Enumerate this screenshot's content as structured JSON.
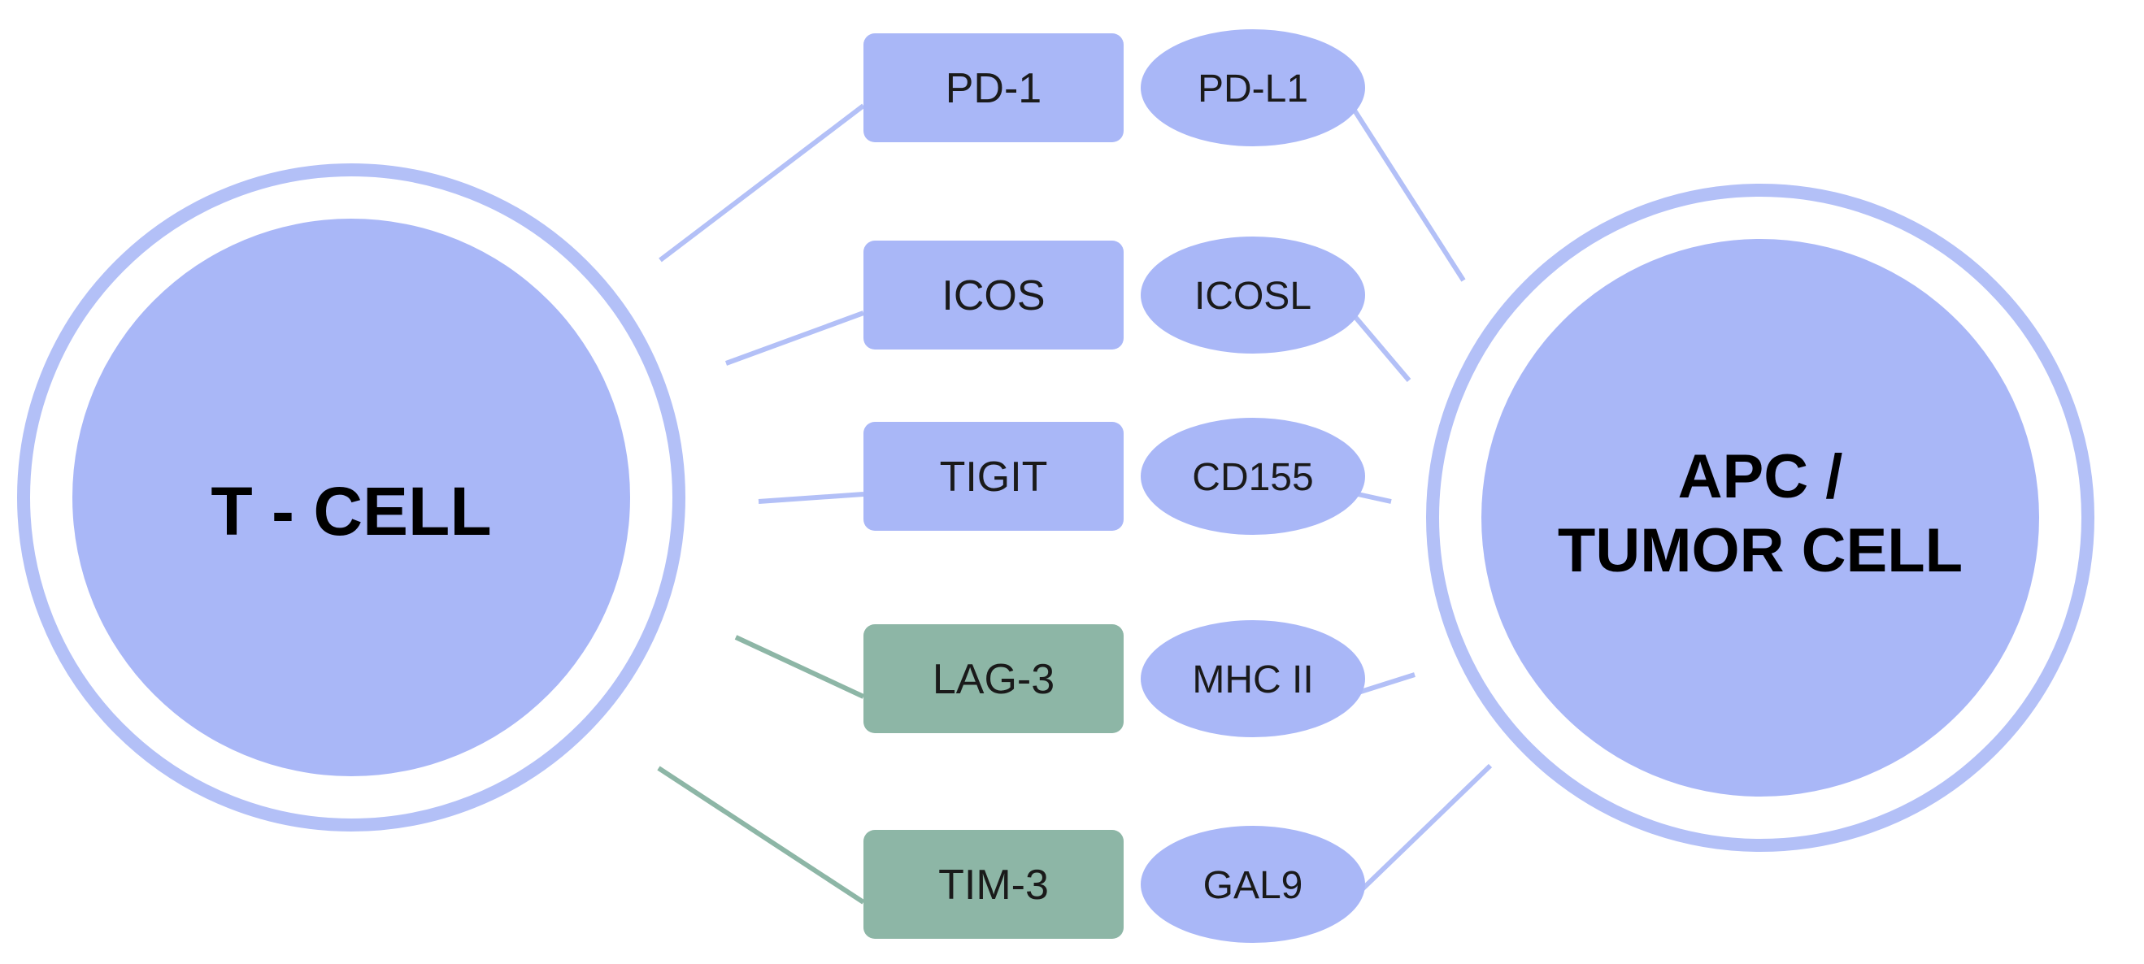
{
  "cells": {
    "left": {
      "label_lines": [
        "T - CELL"
      ]
    },
    "right": {
      "label_lines": [
        "APC /",
        "TUMOR CELL"
      ]
    }
  },
  "pairs": [
    {
      "receptor": "PD-1",
      "ligand": "PD-L1",
      "receptor_style": "blue"
    },
    {
      "receptor": "ICOS",
      "ligand": "ICOSL",
      "receptor_style": "blue"
    },
    {
      "receptor": "TIGIT",
      "ligand": "CD155",
      "receptor_style": "blue"
    },
    {
      "receptor": "LAG-3",
      "ligand": "MHC II",
      "receptor_style": "green"
    },
    {
      "receptor": "TIM-3",
      "ligand": "GAL9",
      "receptor_style": "green"
    }
  ],
  "colors": {
    "blue_fill": "#a9b7f7",
    "blue_line": "#b3c0f7",
    "green_fill": "#8db6a6",
    "green_line": "#8db6a6",
    "cell_ring": "#b3c0f7",
    "text": "#000000"
  }
}
